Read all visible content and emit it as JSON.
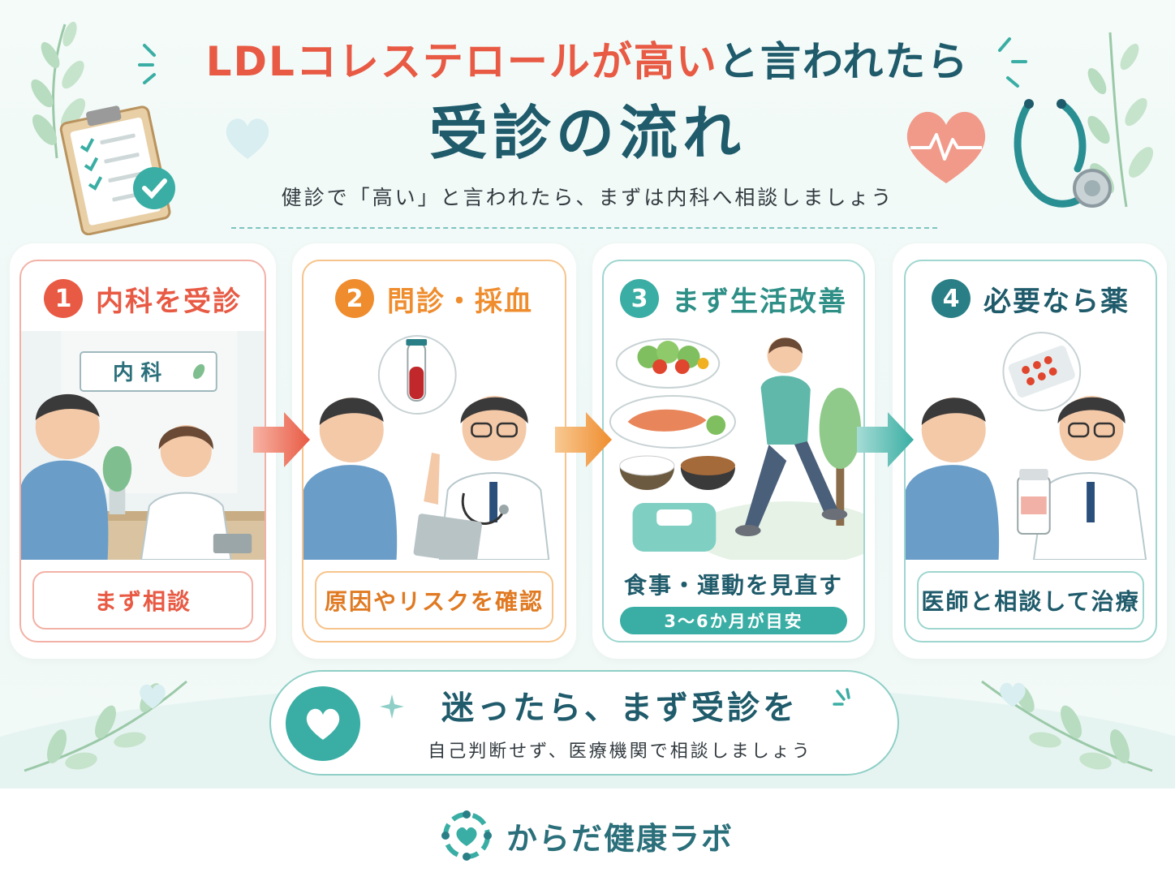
{
  "title": {
    "line1_red": "LDLコレステロールが高い",
    "line1_teal": "と言われたら",
    "line2": "受診の流れ",
    "subtitle": "健診で「高い」と言われたら、まずは内科へ相談しましょう"
  },
  "steps": [
    {
      "number": "1",
      "title": "内科を受診",
      "sign": "内 科",
      "footer": "まず相談",
      "color": "#e85a44"
    },
    {
      "number": "2",
      "title": "問診・採血",
      "footer": "原因やリスクを確認",
      "color": "#ef8d2e"
    },
    {
      "number": "3",
      "title": "まず生活改善",
      "footer": "食事・運動を見直す",
      "badge": "3〜6か月が目安",
      "color": "#3aaea4"
    },
    {
      "number": "4",
      "title": "必要なら薬",
      "footer": "医師と相談して治療",
      "color": "#2a7f86"
    }
  ],
  "banner": {
    "main": "迷ったら、まず受診を",
    "sub": "自己判断せず、医療機関で相談しましょう"
  },
  "brand": {
    "name": "からだ健康ラボ"
  },
  "icons": {
    "clipboard": "clipboard-check-icon",
    "heart": "heart-pulse-icon",
    "stethoscope": "stethoscope-icon",
    "leaves": "leaf-branch-icon",
    "logo": "brand-logo-icon"
  },
  "colors": {
    "red": "#e85a44",
    "orange": "#ef8d2e",
    "teal": "#3aaea4",
    "navy": "#1f5b6b"
  }
}
